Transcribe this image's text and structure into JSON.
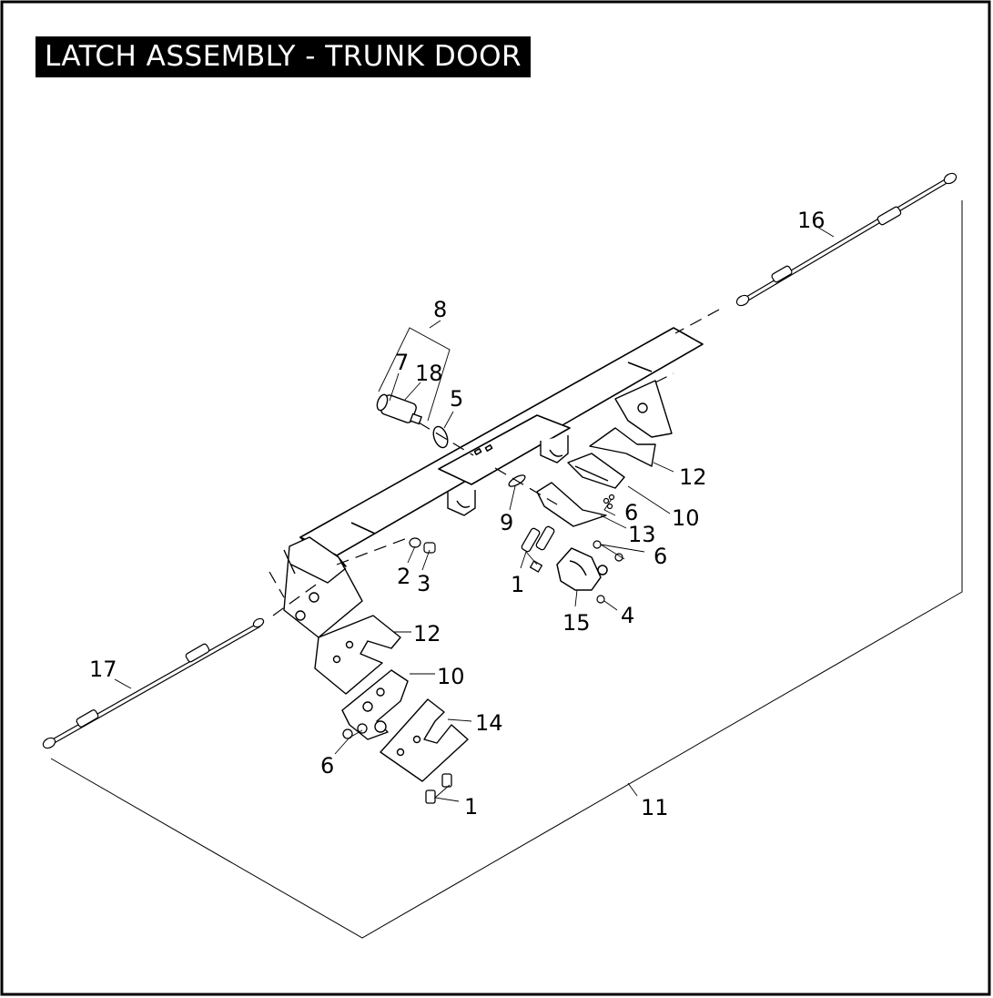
{
  "title": "LATCH ASSEMBLY - TRUNK DOOR",
  "colors": {
    "ink": "#000000",
    "paper": "#ffffff",
    "title_bg": "#000000",
    "title_fg": "#ffffff"
  },
  "callouts": {
    "c1a": "1",
    "c1b": "1",
    "c2": "2",
    "c3": "3",
    "c4": "4",
    "c5": "5",
    "c6a": "6",
    "c6b": "6",
    "c6c": "6",
    "c7": "7",
    "c8": "8",
    "c9": "9",
    "c10a": "10",
    "c10b": "10",
    "c11": "11",
    "c12a": "12",
    "c12b": "12",
    "c13": "13",
    "c14": "14",
    "c15": "15",
    "c16": "16",
    "c17": "17",
    "c18": "18"
  }
}
